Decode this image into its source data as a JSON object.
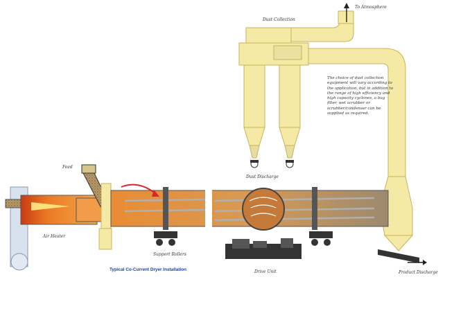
{
  "labels": {
    "to_atmosphere": "To Atmosphere",
    "dust_collection": "Dust Collection",
    "feed": "Feed",
    "dust_discharge": "Dust Discharge",
    "air_heater": "Air Heater",
    "support_rollers": "Support Rollers",
    "drive_unit": "Drive Unit",
    "product_discharge": "Product Discharge"
  },
  "note": "The choice of dust collection equipment will vary according to the application, but in addition to the range of high efficiency and high capacity cyclones, a bag filter, wet scrubber or scrubber/condenser can be supplied as required.",
  "caption": "Typical Co-Current Dryer Installation",
  "colors": {
    "duct_yellow": "#f5e9a6",
    "duct_outline": "#c9b25a",
    "heater_blue": "#d8e2ee",
    "flame_orange": "#f08a2a",
    "drum_gray": "#8a8a8a",
    "caption_blue": "#1f3f97",
    "arrow_red": "#d9262a"
  },
  "icons": {
    "up_arrow": "up-arrow-icon",
    "right_arrow": "right-arrow-icon"
  }
}
